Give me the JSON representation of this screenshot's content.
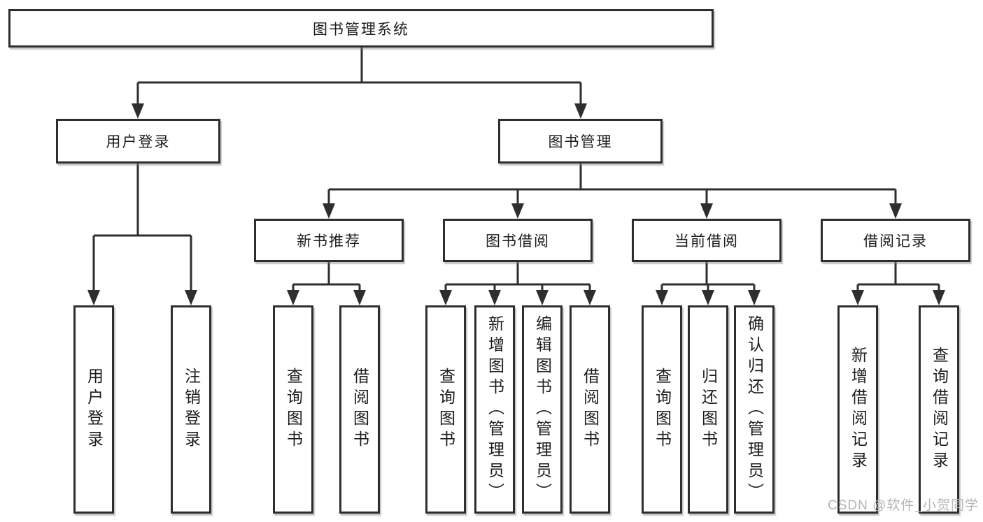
{
  "diagram_title": "图书管理系统",
  "nodes": {
    "root": "图书管理系统",
    "branches": [
      {
        "label": "用户登录",
        "children": [
          "用户登录",
          "注销登录"
        ]
      },
      {
        "label": "图书管理",
        "modules": [
          {
            "label": "新书推荐",
            "children": [
              "查询图书",
              "借阅图书"
            ]
          },
          {
            "label": "图书借阅",
            "children": [
              "查询图书",
              "新增图书（管理员）",
              "编辑图书（管理员）",
              "借阅图书"
            ]
          },
          {
            "label": "当前借阅",
            "children": [
              "查询图书",
              "归还图书",
              "确认归还（管理员）"
            ]
          },
          {
            "label": "借阅记录",
            "children": [
              "新增借阅记录",
              "查询借阅记录"
            ]
          }
        ]
      }
    ]
  },
  "watermark": "CSDN @软件_小贺同学",
  "colors": {
    "line": "#2e2e2e",
    "text": "#1d1d1d",
    "background": "#ffffff",
    "watermark": "#b5b5b5"
  }
}
